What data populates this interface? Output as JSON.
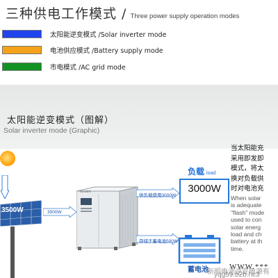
{
  "header": {
    "title_zh": "三种供电工作模式 /",
    "title_en": "Three power supply operation modes"
  },
  "legend": [
    {
      "label": "太阳能逆变模式 /Solar inverter mode",
      "color": "#1f44ee"
    },
    {
      "label": "电池供应模式 /Battery supply mode",
      "color": "#f4a21a"
    },
    {
      "label": "市电模式 /AC grid mode",
      "color": "#129222"
    }
  ],
  "section": {
    "title_zh": "太阳能逆变模式（图解）",
    "title_en": "Solar inverter mode (Graphic)"
  },
  "diagram": {
    "panel_power": "3500W",
    "flow_to_inverter": "3500W",
    "flow_to_load": "供负载使用3000W",
    "flow_to_battery": "存储于蓄电池500W",
    "inverter_brand": "SUOER",
    "load_title_zh": "负载",
    "load_title_en": "load",
    "load_value": "3000W",
    "battery_label": "蓄电池"
  },
  "side_text": {
    "zh_lines": [
      "当太阳能充",
      "采用即发即",
      "模式，将太",
      "换对负载供",
      "时对电池充"
    ],
    "en_lines": [
      "When solar",
      "is adequate",
      "\"flash\" mode",
      "used to con",
      "solar energ",
      "load and ch",
      "battery at th",
      "time."
    ]
  },
  "watermark": {
    "line1": "新明电池逆变电源有",
    "line2": "yqg59.b2b.hc3",
    "www": "WWW.***"
  },
  "colors": {
    "accent_blue": "#1c6ed8",
    "sun_orange": "#ff9a00",
    "band_gray": "#e8eaea"
  }
}
